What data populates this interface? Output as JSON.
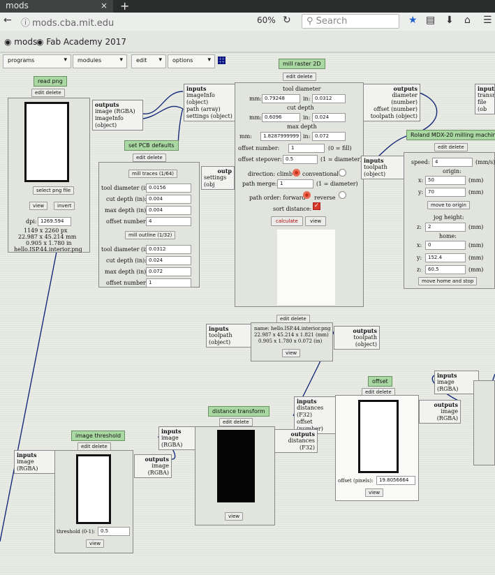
{
  "browser": {
    "tab_title": "mods",
    "tab_close": "×",
    "new_tab": "+",
    "url": "mods.cba.mit.edu",
    "zoom": "60%",
    "search_placeholder": "Search",
    "bookmarks": [
      "mods",
      "Fab Academy 2017"
    ]
  },
  "menus": {
    "programs": "programs",
    "modules": "modules",
    "edit": "edit",
    "options": "options"
  },
  "common": {
    "edit_delete": "edit delete",
    "inputs": "inputs",
    "outputs": "outputs",
    "view": "view"
  },
  "read_png": {
    "title": "read png",
    "select": "select png file",
    "view": "view",
    "invert": "invert",
    "dpi_label": "dpi:",
    "dpi": "1269.594",
    "size_px": "1149 x 2260 px",
    "size_mm": "22.987 x 45.214 mm",
    "size_in": "0.905 x 1.780 in",
    "filename": "hello.ISP.44.interior.png",
    "outputs": [
      "image (RGBA)",
      "imageInfo (object)"
    ]
  },
  "pcb_defaults": {
    "title": "set PCB defaults",
    "mill_traces": "mill traces (1/64)",
    "tool_diameter_label": "tool diameter (in):",
    "tool_diameter": "0.0156",
    "cut_depth_label": "cut depth (in):",
    "cut_depth": "0.004",
    "max_depth_label": "max depth (in):",
    "max_depth": "0.004",
    "offset_number_label": "offset number:",
    "offset_number": "4",
    "mill_outline": "mill outline (1/32)",
    "tool_diameter2": "0.0312",
    "cut_depth2": "0.024",
    "max_depth2": "0.072",
    "offset_number2": "1",
    "outputs_cut": "outp",
    "settings_cut": "settings (obj"
  },
  "raster": {
    "title": "mill raster 2D",
    "inputs": [
      "imageInfo (object)",
      "path (array)",
      "settings (object)"
    ],
    "tool_diameter_head": "tool diameter",
    "mm": "mm:",
    "in": "in:",
    "tool_mm": "0.79248",
    "tool_in": "0.0312",
    "cut_depth_head": "cut depth",
    "cut_mm": "0.6096",
    "cut_in": "0.024",
    "max_depth_head": "max depth",
    "max_mm": "1.8287999999",
    "max_in": "0.072",
    "offset_number_label": "offset number:",
    "offset_number": "1",
    "offset_note": "(0 = fill)",
    "offset_stepover_label": "offset stepover:",
    "offset_stepover": "0.5",
    "stepover_note": "(1 = diameter)",
    "direction_label": "direction: climb",
    "conventional": "conventional",
    "path_merge_label": "path merge:",
    "path_merge": "1",
    "merge_note": "(1 = diameter)",
    "path_order_label": "path order: forward",
    "reverse": "reverse",
    "sort_distance": "sort distance:",
    "calculate": "calculate",
    "view": "view",
    "outputs": [
      "diameter (number)",
      "offset (number)",
      "toolpath (object)"
    ]
  },
  "roland": {
    "title": "Roland MDX-20 milling machine",
    "inputs": [
      "toolpath (object)"
    ],
    "speed_label": "speed:",
    "speed": "4",
    "speed_unit": "(mm/s)",
    "origin_head": "origin:",
    "x_label": "x:",
    "x": "50",
    "y_label": "y:",
    "y": "70",
    "z_label": "z:",
    "mm_unit": "(mm)",
    "move_origin": "move to origin",
    "jog_head": "jog height:",
    "jog": "2",
    "home_head": "home:",
    "home_x": "0",
    "home_y": "152.4",
    "home_z": "60.5",
    "move_home": "move home and stop",
    "right_cut": [
      "inputs",
      "transm",
      "file (ob"
    ]
  },
  "view_module": {
    "inputs": [
      "toolpath (object)"
    ],
    "name": "name: hello.ISP.44.interior.png",
    "dims_mm": "22.987 x 45.214 x 1.821 (mm)",
    "dims_in": "0.905 x 1.780 x 0.072 (in)",
    "view": "view",
    "outputs": [
      "toolpath (object)"
    ]
  },
  "offset": {
    "title": "offset",
    "inputs": [
      "distances (F32)",
      "offset (number)"
    ],
    "offset_label": "offset (pixels):",
    "offset": "19.8056664",
    "outputs": [
      "image (RGBA)"
    ]
  },
  "distance": {
    "title": "distance transform",
    "inputs": [
      "image (RGBA)"
    ],
    "outputs": [
      "distances (F32)"
    ]
  },
  "threshold": {
    "title": "image threshold",
    "inputs": [
      "image (RGBA)"
    ],
    "threshold_label": "threshold (0-1):",
    "threshold": "0.5",
    "outputs": [
      "image (RGBA)"
    ]
  },
  "edge": {
    "inputs": [
      "image (RGBA)"
    ]
  }
}
